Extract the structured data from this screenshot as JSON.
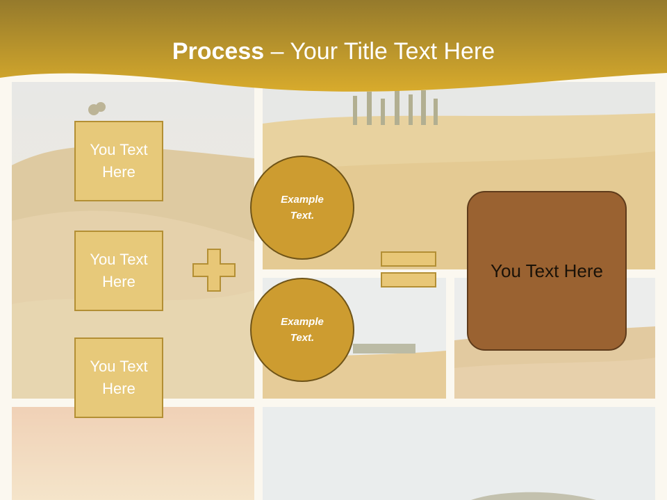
{
  "title": {
    "bold": "Process",
    "rest": " – Your Title Text Here"
  },
  "inputs": [
    {
      "text": "You Text Here"
    },
    {
      "text": "You Text Here"
    },
    {
      "text": "You Text Here"
    }
  ],
  "operators": {
    "plus": "plus-sign",
    "equals": "equals-sign"
  },
  "circles": [
    {
      "text": "Example Text."
    },
    {
      "text": "Example Text."
    }
  ],
  "result": {
    "text": "You Text Here"
  },
  "colors": {
    "banner_gold": "#c9a23a",
    "box_fill": "#e7c97a",
    "circle_fill": "#cd9c30",
    "result_fill": "#9a6231",
    "background": "#fbf8f0"
  }
}
